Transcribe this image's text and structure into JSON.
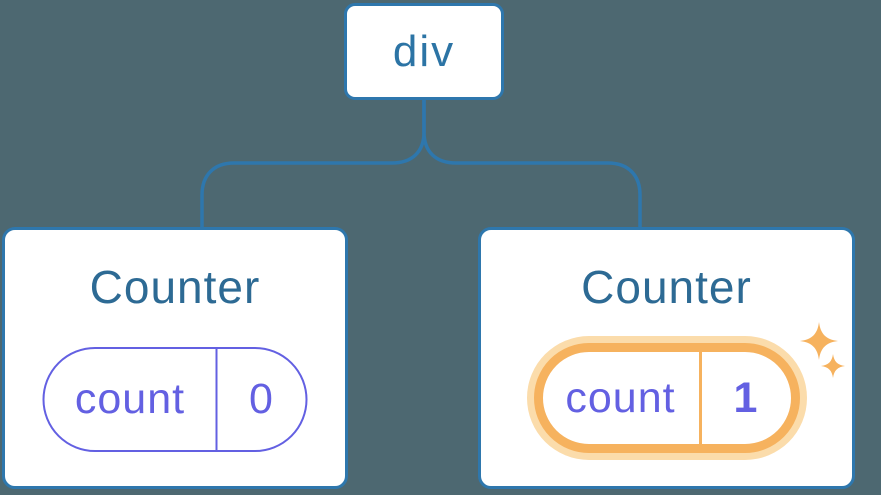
{
  "colors": {
    "bg": "#4d6871",
    "line": "#2e77ad",
    "card-bg": "#ffffff",
    "node-text": "#2c74a5",
    "title-text": "#2d6a94",
    "purple": "#6360e2",
    "orange": "#f6b25e",
    "halo": "#fbdcab"
  },
  "tree": {
    "root": {
      "label": "div"
    },
    "children": [
      {
        "title": "Counter",
        "state": {
          "key": "count",
          "value": "0"
        },
        "highlighted": false
      },
      {
        "title": "Counter",
        "state": {
          "key": "count",
          "value": "1"
        },
        "highlighted": true
      }
    ]
  }
}
